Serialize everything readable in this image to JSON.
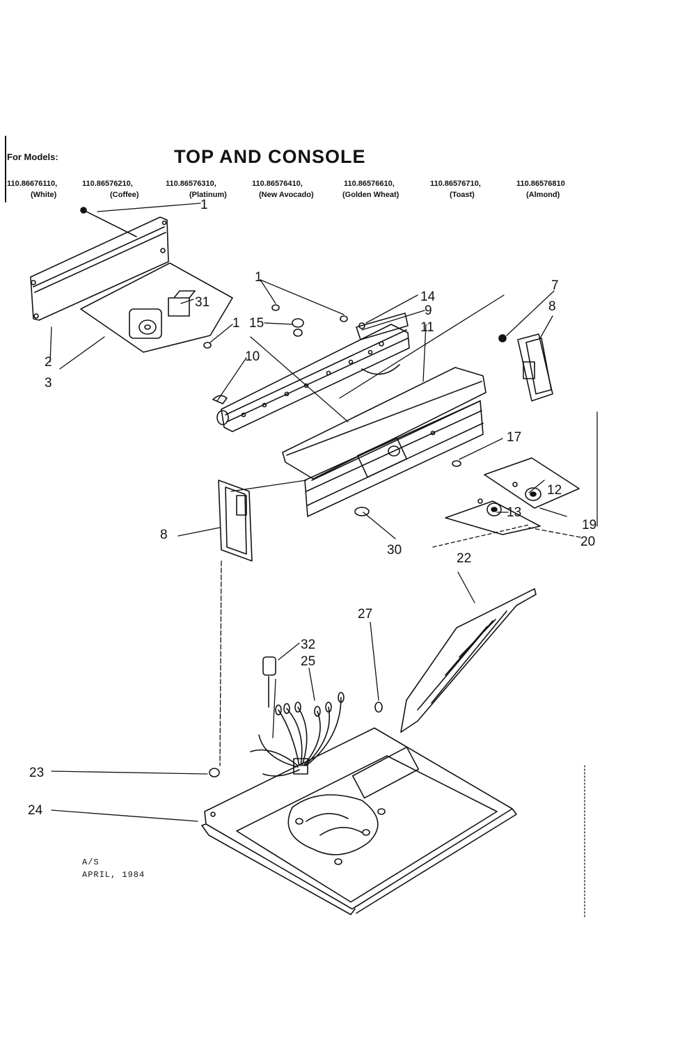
{
  "header": {
    "for_models": "For Models:",
    "title": "TOP AND CONSOLE"
  },
  "models": [
    {
      "number": "110.86676110,",
      "color": "(White)"
    },
    {
      "number": "110.86576210,",
      "color": "(Coffee)"
    },
    {
      "number": "110.86576310,",
      "color": "(Platinum)"
    },
    {
      "number": "110.86576410,",
      "color": "(New Avocado)"
    },
    {
      "number": "110.86576610,",
      "color": "(Golden Wheat)"
    },
    {
      "number": "110.86576710,",
      "color": "(Toast)"
    },
    {
      "number": "110.86576810",
      "color": "(Almond)"
    }
  ],
  "callouts": [
    "1",
    "1",
    "1",
    "2",
    "3",
    "31",
    "15",
    "14",
    "9",
    "11",
    "7",
    "8",
    "10",
    "17",
    "12",
    "13",
    "19",
    "20",
    "8",
    "30",
    "22",
    "27",
    "32",
    "25",
    "23",
    "24"
  ],
  "footer": {
    "line1": "A/S",
    "line2": "APRIL, 1984"
  }
}
